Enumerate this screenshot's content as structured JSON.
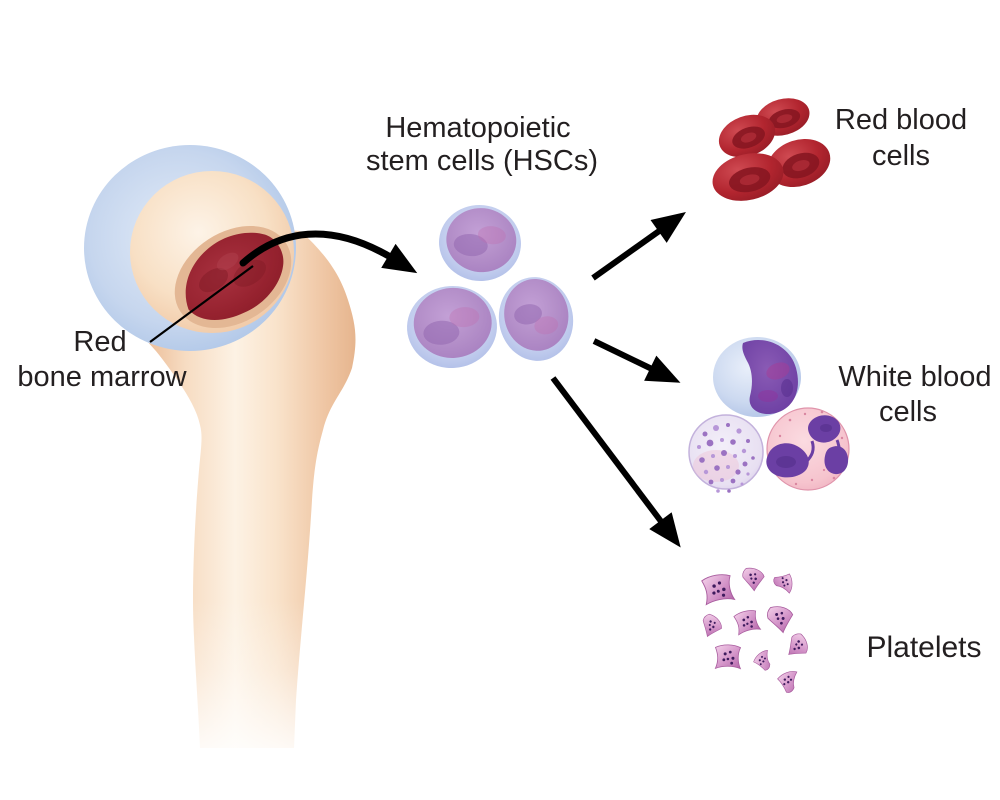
{
  "title": "Hematopoiesis diagram: red bone marrow to blood cells",
  "labels": {
    "red_bone_marrow_line1": "Red",
    "red_bone_marrow_line2": "bone marrow",
    "hsc_line1": "Hematopoietic",
    "hsc_line2": "stem cells (HSCs)",
    "rbc_line1": "Red blood",
    "rbc_line2": "cells",
    "wbc_line1": "White blood",
    "wbc_line2": "cells",
    "platelets": "Platelets"
  },
  "flow": {
    "source": "Red bone marrow",
    "intermediate": "Hematopoietic stem cells (HSCs)",
    "products": [
      "Red blood cells",
      "White blood cells",
      "Platelets"
    ]
  },
  "counts": {
    "stem_cells": 3,
    "red_blood_cells": 4,
    "white_blood_cells": 3,
    "platelets": 10
  },
  "colors": {
    "background": "#ffffff",
    "text": "#231f20",
    "arrow": "#000000",
    "leader_line": "#1a1a1a",
    "bone_light": "#fdeedd",
    "bone_edge": "#e8b68e",
    "cartilage_blue": "#aec6e8",
    "marrow_red": "#8f1f2b",
    "rbc_red": "#b2252f",
    "hsc_body_purple": "#b48fc9",
    "hsc_rim_blue": "#c2cdee",
    "lymphocyte_body": "#ccd9f0",
    "wbc_nucleus_purple": "#6b3fa4",
    "granulocyte_body": "#ece5f4",
    "neutrophil_body": "#f6c4ce",
    "platelet_pink": "#d495c9"
  }
}
